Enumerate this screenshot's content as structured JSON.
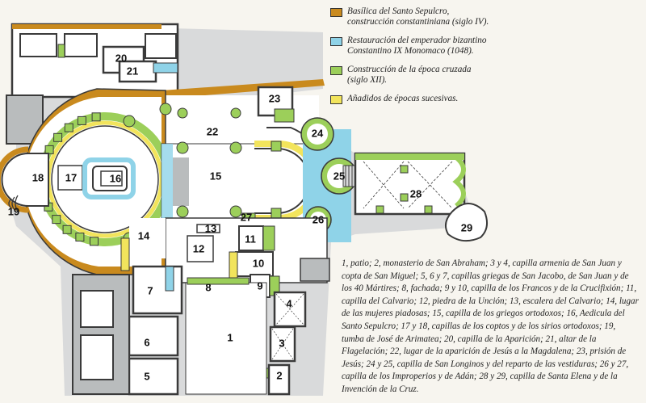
{
  "legend": [
    {
      "id": "constantine",
      "color": "#c98a1e",
      "label": "Basílica del Santo Sepulcro,\nconstrucción constantiniana (siglo IV)."
    },
    {
      "id": "byzantine",
      "color": "#8fd3e8",
      "label": "Restauración del emperador bizantino\nConstantino IX Monomaco (1048)."
    },
    {
      "id": "crusader",
      "color": "#9ccf5a",
      "label": "Construcción de la época cruzada\n(siglo XII)."
    },
    {
      "id": "later",
      "color": "#f2e45c",
      "label": "Añadidos de épocas sucesivas."
    }
  ],
  "colors": {
    "wall_dark": "#3a3a3a",
    "floor": "#ffffff",
    "grey": "#b9bcbd"
  },
  "plan_labels": [
    {
      "id": "1",
      "text": "1"
    },
    {
      "id": "2",
      "text": "2"
    },
    {
      "id": "3",
      "text": "3"
    },
    {
      "id": "4",
      "text": "4"
    },
    {
      "id": "5",
      "text": "5"
    },
    {
      "id": "6",
      "text": "6"
    },
    {
      "id": "7",
      "text": "7"
    },
    {
      "id": "8",
      "text": "8"
    },
    {
      "id": "9",
      "text": "9"
    },
    {
      "id": "10",
      "text": "10"
    },
    {
      "id": "11",
      "text": "11"
    },
    {
      "id": "12",
      "text": "12"
    },
    {
      "id": "13",
      "text": "13"
    },
    {
      "id": "14",
      "text": "14"
    },
    {
      "id": "15",
      "text": "15"
    },
    {
      "id": "16",
      "text": "16"
    },
    {
      "id": "17",
      "text": "17"
    },
    {
      "id": "18",
      "text": "18"
    },
    {
      "id": "19",
      "text": "19"
    },
    {
      "id": "20",
      "text": "20"
    },
    {
      "id": "21",
      "text": "21"
    },
    {
      "id": "22",
      "text": "22"
    },
    {
      "id": "23",
      "text": "23"
    },
    {
      "id": "24",
      "text": "24"
    },
    {
      "id": "25",
      "text": "25"
    },
    {
      "id": "26",
      "text": "26"
    },
    {
      "id": "27",
      "text": "27"
    },
    {
      "id": "28",
      "text": "28"
    },
    {
      "id": "29",
      "text": "29"
    }
  ],
  "caption": "1, patio; 2, monasterio de San Abraham; 3 y 4, capilla armenia de San Juan y copta de San Miguel; 5, 6 y 7, capillas griegas de San Jacobo, de San Juan y de los 40 Mártires; 8, fachada; 9 y 10, capilla de los Francos y de la Crucifixión; 11, capilla del Calvario; 12, piedra de la Unción; 13, escalera del Calvario; 14, lugar de las mujeres piadosas; 15, capilla de los griegos ortodoxos; 16, Aedicula del Santo Sepulcro; 17 y 18, capillas de los coptos y de los sirios ortodoxos; 19, tumba de José de Arimatea; 20, capilla de la Aparición; 21, altar de la Flagelación; 22, lugar de la aparición de Jesús a la Magdalena; 23, prisión de Jesús; 24 y 25, capilla de San Longinos y del reparto de las vestiduras; 26 y 27, capilla de los Improperios y de Adán; 28 y 29, capilla de Santa Elena y de la Invención de la Cruz."
}
